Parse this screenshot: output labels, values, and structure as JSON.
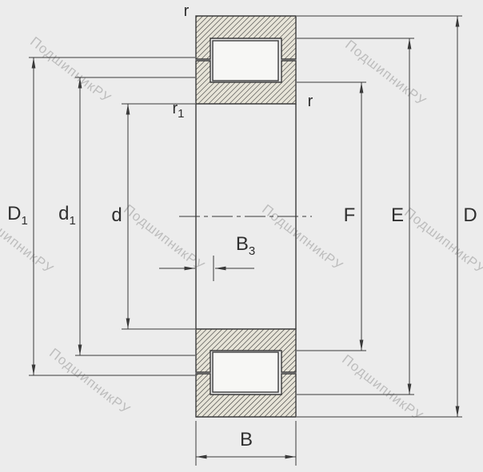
{
  "watermark": {
    "text": "ПодшипникРУ"
  },
  "labels": {
    "r_top": "r",
    "r_1": {
      "main": "r",
      "sub": "1"
    },
    "r_right": "r",
    "D_1": {
      "main": "D",
      "sub": "1"
    },
    "d_1": {
      "main": "d",
      "sub": "1"
    },
    "d": "d",
    "F": "F",
    "E": "E",
    "D": "D",
    "B_3": {
      "main": "B",
      "sub": "3"
    },
    "B": "B"
  },
  "colors": {
    "background": "#ececec",
    "line": "#3a3a3a",
    "hatch_fill": "#e7e4d8",
    "roller_fill": "#f7f7f5",
    "watermark": "#9f9f9f"
  }
}
